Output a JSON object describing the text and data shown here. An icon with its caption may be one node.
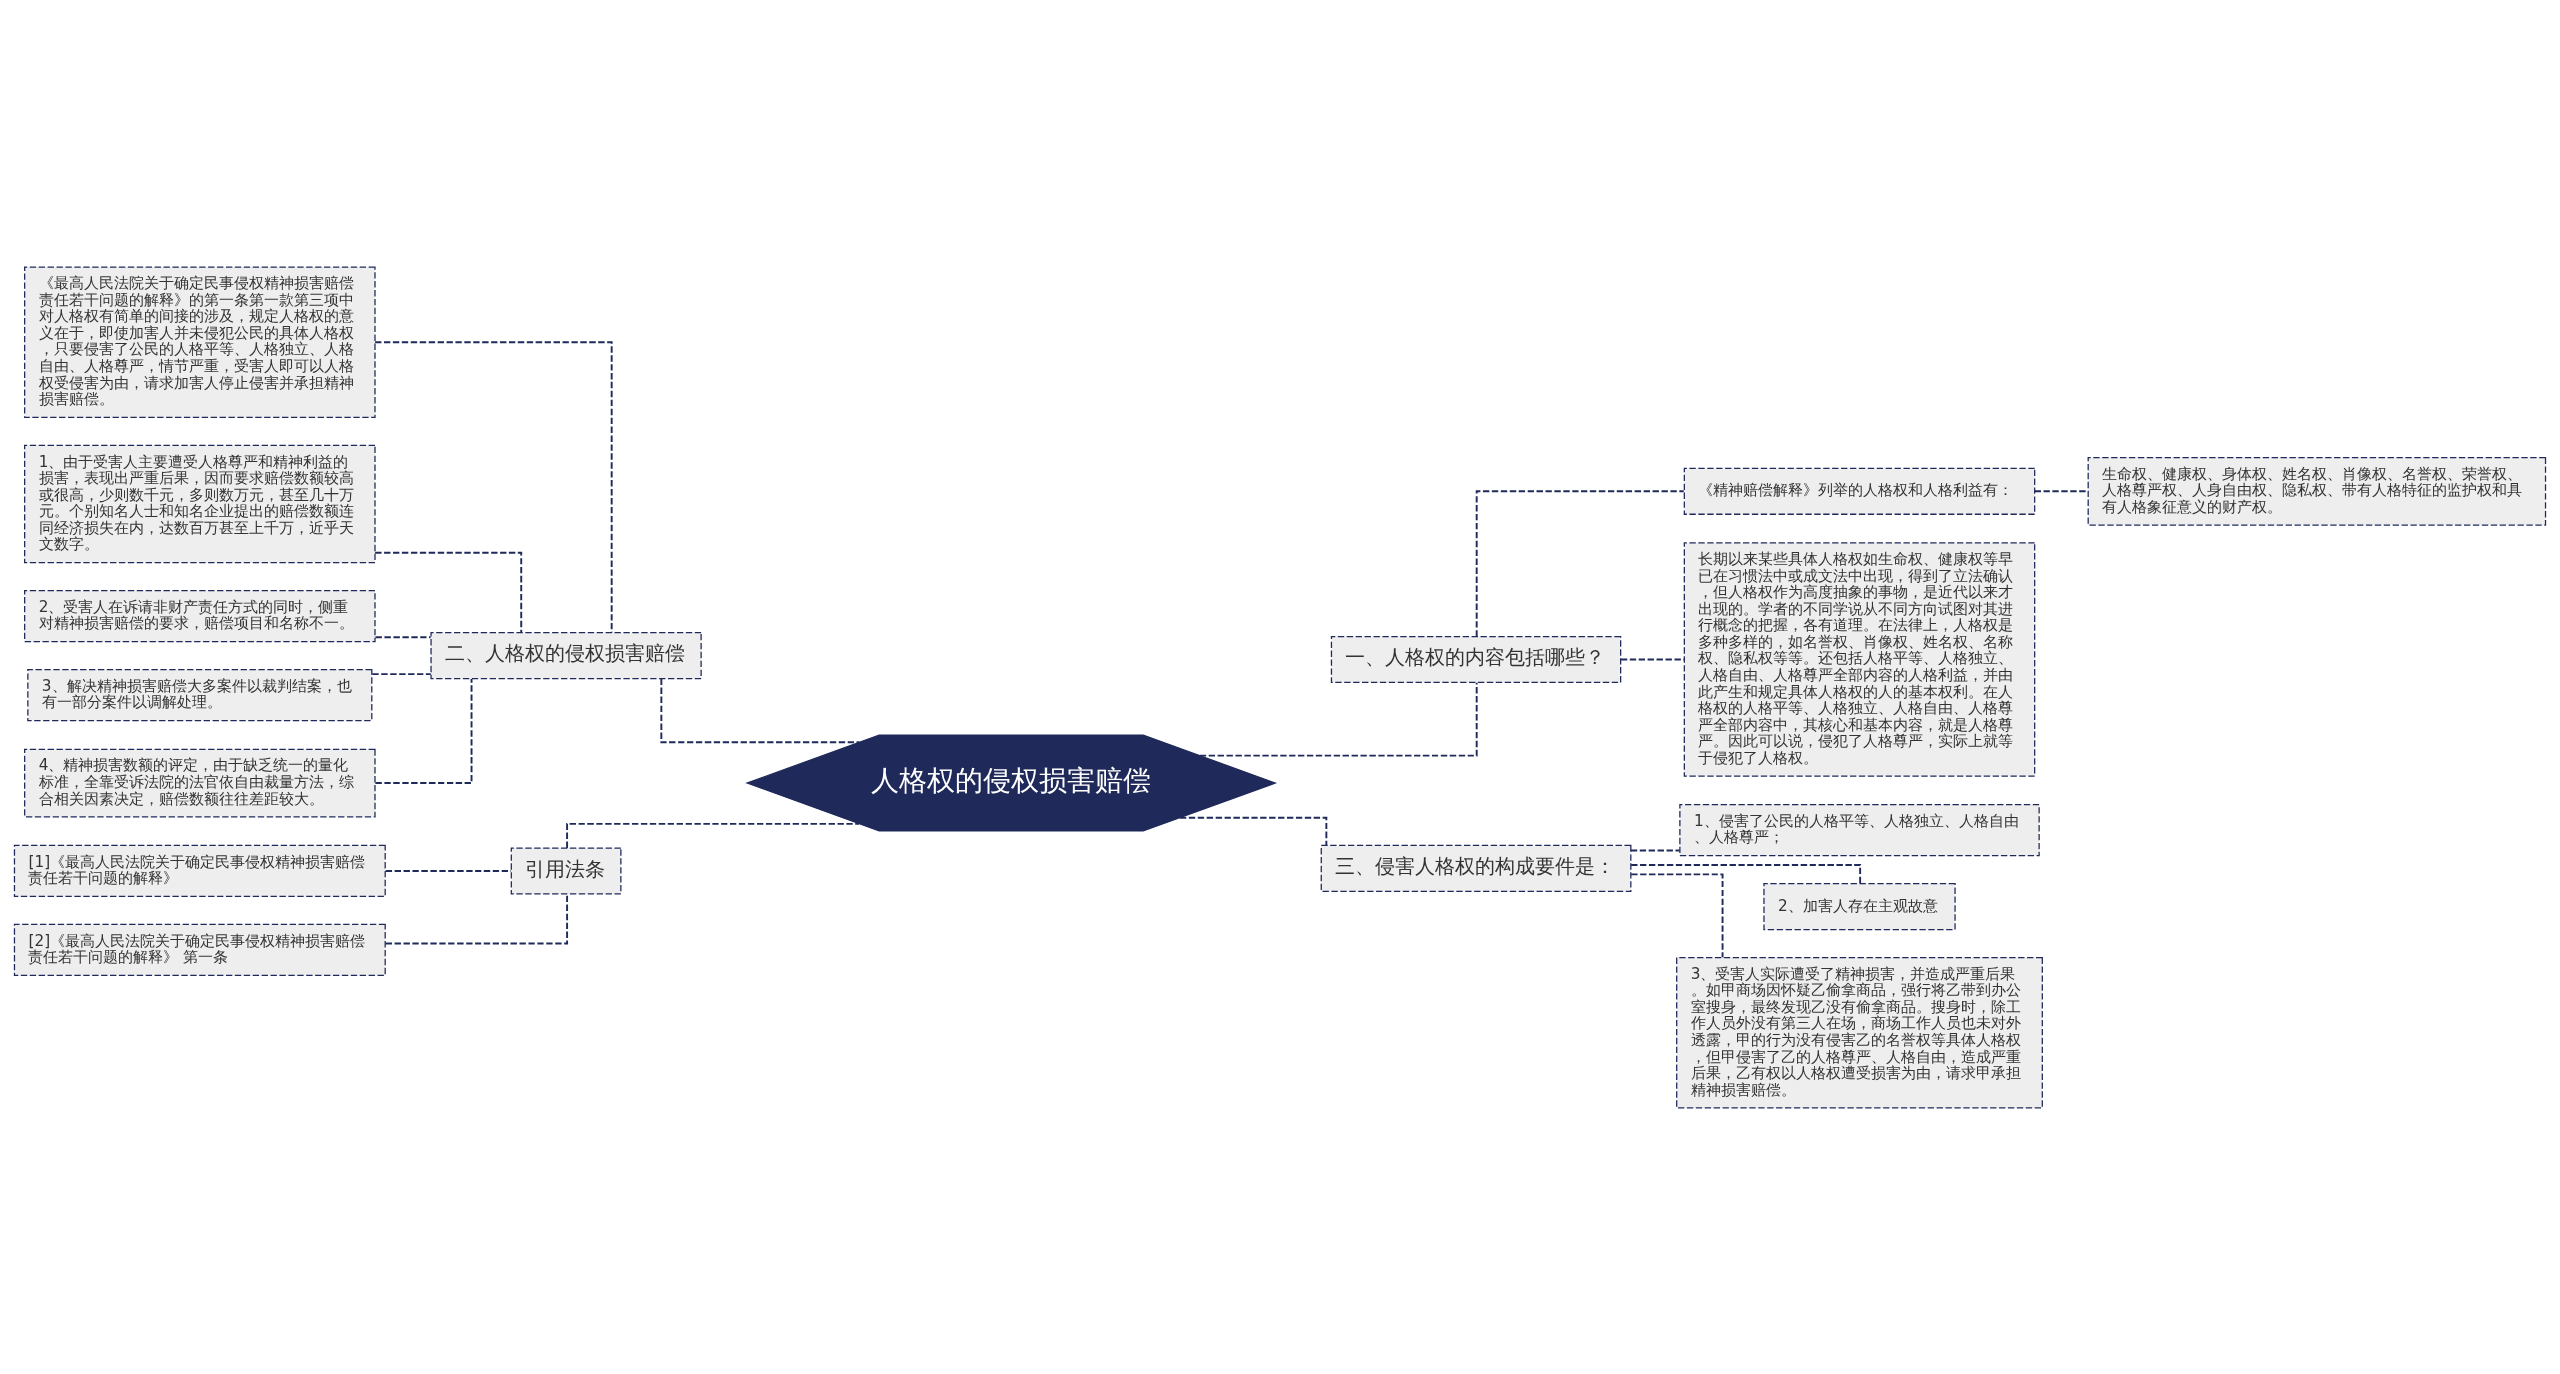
{
  "diagram": {
    "nodes": [
      {
        "text": [
          "人格权的侵权损害赔偿"
        ]
      },
      {
        "text": [
          "一、人格权的内容包括哪些？"
        ]
      },
      {
        "text": [
          "《精神赔偿解释》列举的人格权和人格利益有："
        ]
      },
      {
        "text": [
          "生命权、健康权、身体权、姓名权、肖像权、名誉权、荣誉权、人格尊严权、人身自由权、隐私权、带有人格特征的监护权和具有人格象征意义的财产权。"
        ]
      },
      {
        "text": [
          "长期以来某些具体人格权如生命权、健康权等早已在习惯法中或成文法中出现，得到了立法确认，但人格权作为高度抽象的事物，是近代以来才出现的。学者的不同学说从不同方向试图对其进行概念的把握，各有道理。在法律上，人格权是多种多样的，如名誉权、肖像权、姓名权、名称权、隐私权等等。还包括人格平等、人格独立、人格自由、人格尊严全部内容的人格利益，并由此产生和规定具体人格权的人的基本权利。在人格权的人格平等、人格独立、人格自由、人格尊严全部内容中，其核心和基本内容，就是人格尊严。因此可以说，侵犯了人格尊严，实际上就等于侵犯了人格权。"
        ]
      },
      {
        "text": [
          "三、侵害人格权的构成要件是："
        ]
      },
      {
        "text": [
          "1、侵害了公民的人格平等、人格独立、人格自由、人格尊严；"
        ]
      },
      {
        "text": [
          "2、加害人存在主观故意"
        ]
      },
      {
        "text": [
          "3、受害人实际遭受了精神损害，并造成严重后果。如甲商场因怀疑乙偷拿商品，强行将乙带到办公室搜身，最终发现乙没有偷拿商品。搜身时，除工作人员外没有第三人在场，商场工作人员也未对外透露，甲的行为没有侵害乙的名誉权等具体人格权，但甲侵害了乙的人格尊严、人格自由，造成严重后果，乙有权以人格权遭受损害为由，请求甲承担精神损害赔偿。"
        ]
      },
      {
        "text": [
          "二、人格权的侵权损害赔偿"
        ]
      },
      {
        "text": [
          "《最高人民法院关于确定民事侵权精神损害赔偿责任若干问题的解释》的第一条第一款第三项中对人格权有简单的间接的涉及，规定人格权的意义在于，即使加害人并未侵犯公民的具体人格权，只要侵害了公民的人格平等、人格独立、人格自由、人格尊严，情节严重，受害人即可以人格权受侵害为由，请求加害人停止侵害并承担精神损害赔偿。"
        ]
      },
      {
        "text": [
          "1、由于受害人主要遭受人格尊严和精神利益的损害，表现出严重后果，因而要求赔偿数额较高或很高，少则数千元，多则数万元，甚至几十万元。个别知名人士和知名企业提出的赔偿数额连同经济损失在内，达数百万甚至上千万，近乎天文数字。"
        ]
      },
      {
        "text": [
          "2、受害人在诉请非财产责任方式的同时，侧重对精神损害赔偿的要求，赔偿项目和名称不一。"
        ]
      },
      {
        "text": [
          "3、解决精神损害赔偿大多案件以裁判结案，也有一部分案件以调解处理。"
        ]
      },
      {
        "text": [
          "4、精神损害数额的评定，由于缺乏统一的量化标准，全靠受诉法院的法官依自由裁量方法，综合相关因素决定，赔偿数额往往差距较大。"
        ]
      },
      {
        "text": [
          "引用法条"
        ]
      },
      {
        "text": [
          "[1]《最高人民法院关于确定民事侵权精神损害赔偿责任若干问题的解释》"
        ]
      },
      {
        "text": [
          "[2]《最高人民法院关于确定民事侵权精神损害赔偿责任若干问题的解释》 第一条"
        ]
      }
    ],
    "edges": [
      {
        "from": 0,
        "to": 1,
        "arrow": "none",
        "style": "dashed"
      },
      {
        "from": 1,
        "to": 2,
        "arrow": "none",
        "style": "dashed"
      },
      {
        "from": 2,
        "to": 3,
        "arrow": "none",
        "style": "dashed"
      },
      {
        "from": 1,
        "to": 4,
        "arrow": "none",
        "style": "dashed"
      },
      {
        "from": 0,
        "to": 5,
        "arrow": "none",
        "style": "dashed"
      },
      {
        "from": 5,
        "to": 6,
        "arrow": "none",
        "style": "dashed"
      },
      {
        "from": 5,
        "to": 7,
        "arrow": "none",
        "style": "dashed"
      },
      {
        "from": 5,
        "to": 8,
        "arrow": "none",
        "style": "dashed"
      },
      {
        "from": 0,
        "to": 9,
        "arrow": "none",
        "style": "dashed"
      },
      {
        "from": 9,
        "to": 10,
        "arrow": "none",
        "style": "dashed"
      },
      {
        "from": 9,
        "to": 11,
        "arrow": "none",
        "style": "dashed"
      },
      {
        "from": 9,
        "to": 12,
        "arrow": "none",
        "style": "dashed"
      },
      {
        "from": 9,
        "to": 13,
        "arrow": "none",
        "style": "dashed"
      },
      {
        "from": 9,
        "to": 14,
        "arrow": "none",
        "style": "dashed"
      },
      {
        "from": 0,
        "to": 15,
        "arrow": "none",
        "style": "dashed"
      },
      {
        "from": 15,
        "to": 16,
        "arrow": "none",
        "style": "dashed"
      },
      {
        "from": 15,
        "to": 17,
        "arrow": "none",
        "style": "dashed"
      }
    ]
  }
}
